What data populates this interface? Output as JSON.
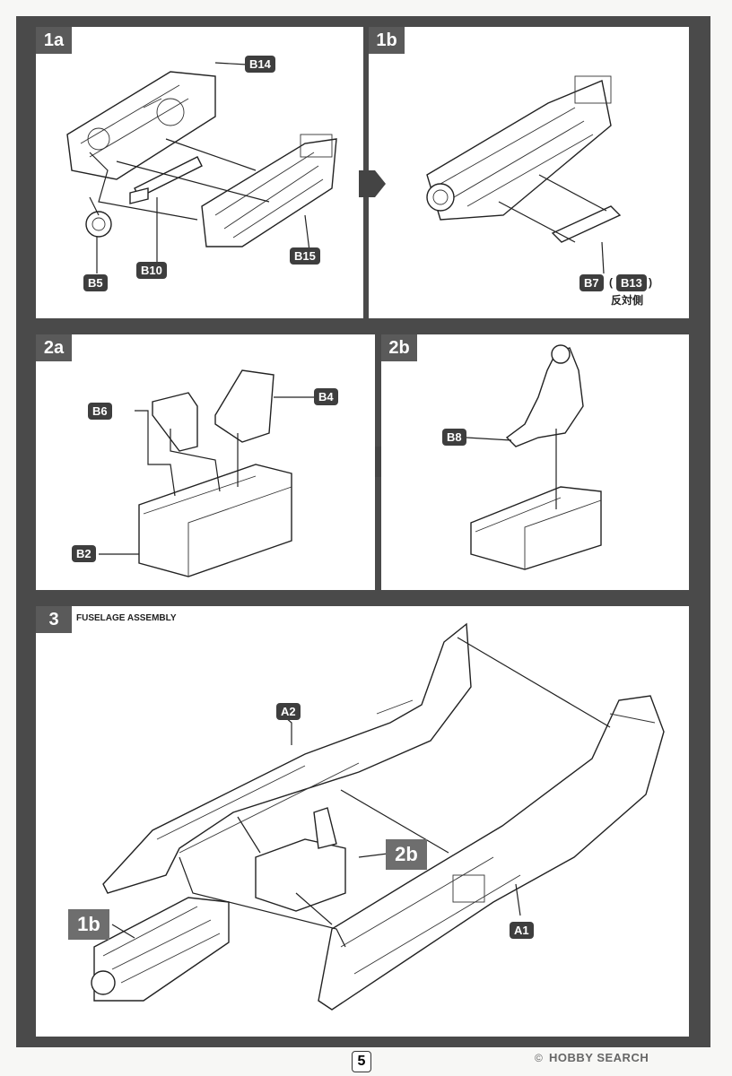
{
  "steps": {
    "s1a": "1a",
    "s1b": "1b",
    "s2a": "2a",
    "s2b": "2b",
    "s3": "3",
    "s3_title": "FUSELAGE ASSEMBLY"
  },
  "parts": {
    "b14": "B14",
    "b10": "B10",
    "b15": "B15",
    "b5": "B5",
    "b7": "B7",
    "b13_open": "(",
    "b13": "B13",
    "b13_close": ")",
    "opposite": "反対側",
    "b6": "B6",
    "b4": "B4",
    "b2": "B2",
    "b8": "B8",
    "a2": "A2",
    "a1": "A1"
  },
  "refs": {
    "r2b": "2b",
    "r1b": "1b"
  },
  "footer": {
    "page_number": "5",
    "watermark": "HOBBY SEARCH",
    "watermark_mark": "©"
  },
  "colors": {
    "frame": "#4a4a4a",
    "label_bg": "#3e3e3e",
    "ref_bg": "#6e6e6e"
  }
}
